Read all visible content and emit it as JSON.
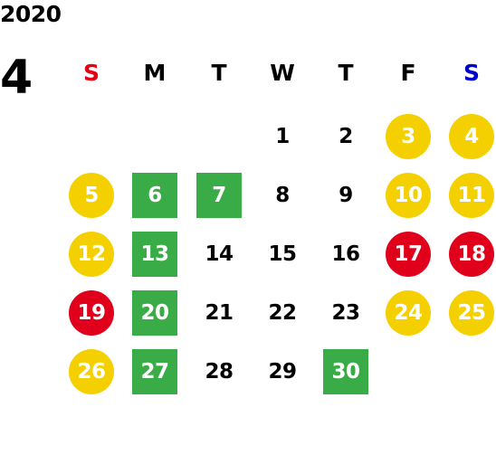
{
  "year": "2020",
  "month": "4",
  "weekdays": [
    "S",
    "M",
    "T",
    "W",
    "T",
    "F",
    "S"
  ],
  "colors": {
    "sunday": "#e60012",
    "saturday": "#0000cc",
    "weekday": "#000000",
    "yellow": "#f5d000",
    "red": "#e0001b",
    "green": "#3aac47"
  },
  "days": [
    {
      "n": "1",
      "style": "none"
    },
    {
      "n": "2",
      "style": "none"
    },
    {
      "n": "3",
      "style": "yellow"
    },
    {
      "n": "4",
      "style": "yellow"
    },
    {
      "n": "5",
      "style": "yellow"
    },
    {
      "n": "6",
      "style": "green"
    },
    {
      "n": "7",
      "style": "green"
    },
    {
      "n": "8",
      "style": "none"
    },
    {
      "n": "9",
      "style": "none"
    },
    {
      "n": "10",
      "style": "yellow"
    },
    {
      "n": "11",
      "style": "yellow"
    },
    {
      "n": "12",
      "style": "yellow"
    },
    {
      "n": "13",
      "style": "green"
    },
    {
      "n": "14",
      "style": "none"
    },
    {
      "n": "15",
      "style": "none"
    },
    {
      "n": "16",
      "style": "none"
    },
    {
      "n": "17",
      "style": "red"
    },
    {
      "n": "18",
      "style": "red"
    },
    {
      "n": "19",
      "style": "red"
    },
    {
      "n": "20",
      "style": "green"
    },
    {
      "n": "21",
      "style": "none"
    },
    {
      "n": "22",
      "style": "none"
    },
    {
      "n": "23",
      "style": "none"
    },
    {
      "n": "24",
      "style": "yellow"
    },
    {
      "n": "25",
      "style": "yellow"
    },
    {
      "n": "26",
      "style": "yellow"
    },
    {
      "n": "27",
      "style": "green"
    },
    {
      "n": "28",
      "style": "none"
    },
    {
      "n": "29",
      "style": "none"
    },
    {
      "n": "30",
      "style": "green"
    }
  ]
}
